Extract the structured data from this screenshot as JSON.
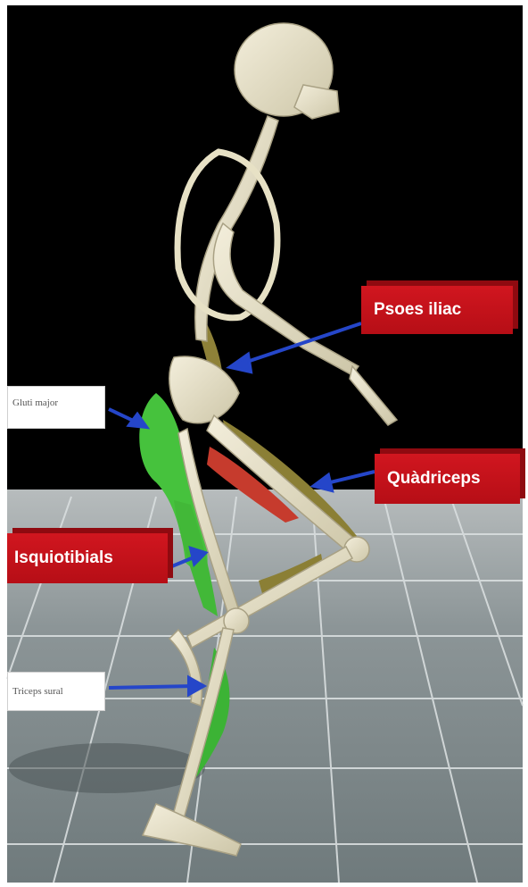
{
  "labels": {
    "psoes": "Psoes iliac",
    "quadriceps": "Quàdriceps",
    "isquiotibials": "Isquiotibials",
    "gluti": "Gluti major",
    "triceps": "Triceps sural"
  },
  "colors": {
    "background_top": "#000000",
    "floor": "#8b9596",
    "bone": "#e8e2c8",
    "label_red": "#c8121a",
    "arrow_blue": "#2546c9",
    "muscle_green": "#3fbf3a",
    "muscle_red": "#c33a2c",
    "muscle_olive": "#8a7d36"
  }
}
